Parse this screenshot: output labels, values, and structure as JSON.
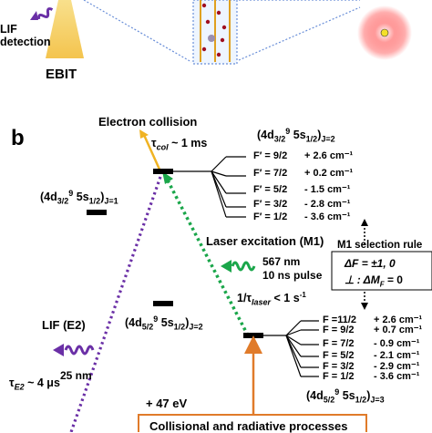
{
  "top": {
    "lif_detection": [
      "LIF",
      "detection"
    ],
    "ebit": "EBIT"
  },
  "panel_label": "b",
  "electron_collision": "Electron collision",
  "tau_col": "~ 1 ms",
  "state_j2": {
    "config": "(4d",
    "sub": "3/2",
    "sup": "9",
    "tail": "5s",
    "sub2": "1/2",
    "close": ")",
    "j": "J=2"
  },
  "state_j1": {
    "config": "(4d",
    "sub": "3/2",
    "sup": "9",
    "tail": "5s",
    "sub2": "1/2",
    "close": ")",
    "j": "J=1"
  },
  "state_52_j2": {
    "config": "(4d",
    "sub": "5/2",
    "sup": "9",
    "tail": "5s",
    "sub2": "1/2",
    "close": ")",
    "j": "J=2"
  },
  "state_52_j3": {
    "config": "(4d",
    "sub": "5/2",
    "sup": "9",
    "tail": "5s",
    "sub2": "1/2",
    "close": ")",
    "j": "J=3"
  },
  "upper_levels": [
    {
      "f": "F′ = 9/2",
      "e": "+ 2.6 cm⁻¹"
    },
    {
      "f": "F′ = 7/2",
      "e": "+ 0.2 cm⁻¹"
    },
    {
      "f": "F′ = 5/2",
      "e": "- 1.5 cm⁻¹"
    },
    {
      "f": "F′ = 3/2",
      "e": "- 2.8 cm⁻¹"
    },
    {
      "f": "F′ = 1/2",
      "e": "- 3.6 cm⁻¹"
    }
  ],
  "lower_levels": [
    {
      "f": "F =11/2",
      "e": "+ 2.6 cm⁻¹"
    },
    {
      "f": "F = 9/2",
      "e": "+ 0.7 cm⁻¹"
    },
    {
      "f": "F = 7/2",
      "e": "- 0.9 cm⁻¹"
    },
    {
      "f": "F = 5/2",
      "e": "- 2.1 cm⁻¹"
    },
    {
      "f": "F = 3/2",
      "e": "- 2.9 cm⁻¹"
    },
    {
      "f": "F = 1/2",
      "e": "- 3.6 cm⁻¹"
    }
  ],
  "laser_excitation": "Laser excitation (M1)",
  "laser_wavelength": "567 nm",
  "laser_pulse": "10 ns pulse",
  "laser_rate": "< 1 s",
  "selection_rule": {
    "title": "M1 selection rule",
    "line1": "ΔF = ±1, 0",
    "line2": "⊥ : ΔM",
    "line2_tail": " = 0"
  },
  "lif_e2": "LIF (E2)",
  "lif_wavelength": "25 nm",
  "tau_e2": "~ 4 μs",
  "energy_offset": "+ 47 eV",
  "processes_box": "Collisional and radiative processes",
  "colors": {
    "electron_arrow": "#f0b323",
    "laser_path": "#1aa64a",
    "lif_path": "#6a2fa6",
    "process_box": "#e07b2a",
    "ebit": "#f6d26b"
  }
}
